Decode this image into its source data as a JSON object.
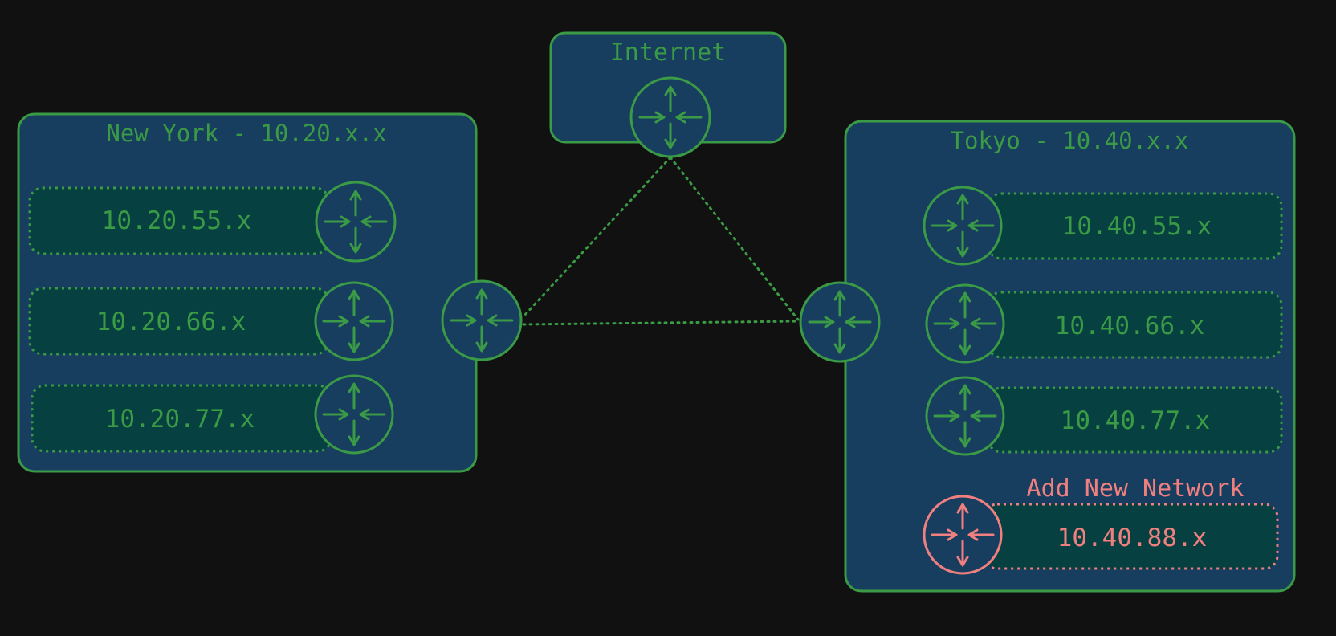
{
  "colors": {
    "background": "#111111",
    "site_fill": "#173d5f",
    "subnet_fill": "#064040",
    "green": "#3a9a45",
    "pink": "#f08080"
  },
  "internet": {
    "label": "Internet"
  },
  "sites": {
    "new_york": {
      "label": "New York - 10.20.x.x",
      "subnets": [
        "10.20.55.x",
        "10.20.66.x",
        "10.20.77.x"
      ]
    },
    "tokyo": {
      "label": "Tokyo - 10.40.x.x",
      "subnets": [
        "10.40.55.x",
        "10.40.66.x",
        "10.40.77.x"
      ],
      "new_network": {
        "label": "Add New Network",
        "subnet": "10.40.88.x"
      }
    }
  },
  "router_icon": "router-icon"
}
